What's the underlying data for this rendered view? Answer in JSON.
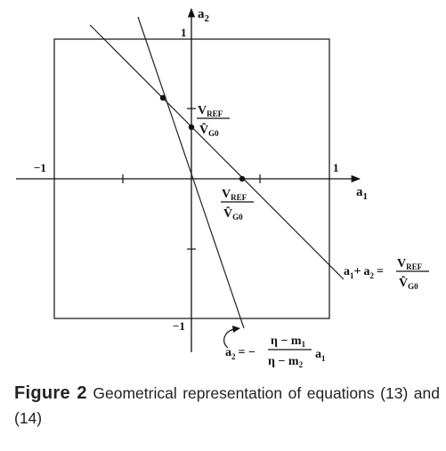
{
  "figure": {
    "axis_x_label": "a",
    "axis_x_sub": "1",
    "axis_y_label": "a",
    "axis_y_sub": "2",
    "tick_labels": {
      "x_neg_one": "−1",
      "x_pos_one": "1",
      "y_pos_one": "1",
      "y_neg_one": "−1"
    },
    "intercept_label_y": {
      "numerator": "V",
      "numerator_sub": "REF",
      "denominator": "V̂",
      "denominator_sub": "G0"
    },
    "intercept_label_x": {
      "numerator": "V",
      "numerator_sub": "REF",
      "denominator": "V̂",
      "denominator_sub": "G0"
    },
    "equation_13": {
      "lhs_a": "a",
      "lhs_a_sub": "1",
      "plus": "+",
      "lhs_b": "a",
      "lhs_b_sub": "2",
      "equals": "=",
      "numerator": "V",
      "numerator_sub": "REF",
      "denominator": "V̂",
      "denominator_sub": "G0"
    },
    "equation_14": {
      "lhs": "a",
      "lhs_sub": "2",
      "equals": "= −",
      "numerator_eta": "η − m",
      "numerator_sub": "1",
      "denominator_eta": "η − m",
      "denominator_sub": "2",
      "rhs": "a",
      "rhs_sub": "1"
    }
  },
  "caption": {
    "label": "Figure 2",
    "text": " Geometrical representation of equations (13) and (14)"
  }
}
